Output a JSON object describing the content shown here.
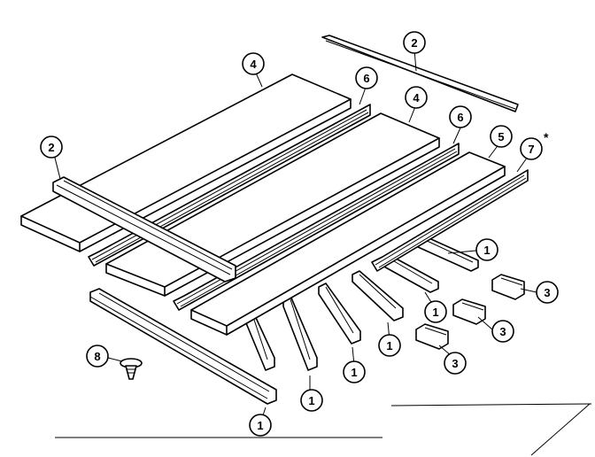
{
  "diagram": {
    "callouts": [
      {
        "id": "c2a",
        "label": "2"
      },
      {
        "id": "c4a",
        "label": "4"
      },
      {
        "id": "c6a",
        "label": "6"
      },
      {
        "id": "c4b",
        "label": "4"
      },
      {
        "id": "c6b",
        "label": "6"
      },
      {
        "id": "c5",
        "label": "5"
      },
      {
        "id": "c7",
        "label": "7"
      },
      {
        "id": "c2b",
        "label": "2"
      },
      {
        "id": "c1a",
        "label": "1"
      },
      {
        "id": "c1b",
        "label": "1"
      },
      {
        "id": "c1c",
        "label": "1"
      },
      {
        "id": "c1d",
        "label": "1"
      },
      {
        "id": "c1e",
        "label": "1"
      },
      {
        "id": "c1f",
        "label": "1"
      },
      {
        "id": "c3a",
        "label": "3"
      },
      {
        "id": "c3b",
        "label": "3"
      },
      {
        "id": "c3c",
        "label": "3"
      },
      {
        "id": "c8",
        "label": "8"
      }
    ],
    "asterisk": "*"
  }
}
